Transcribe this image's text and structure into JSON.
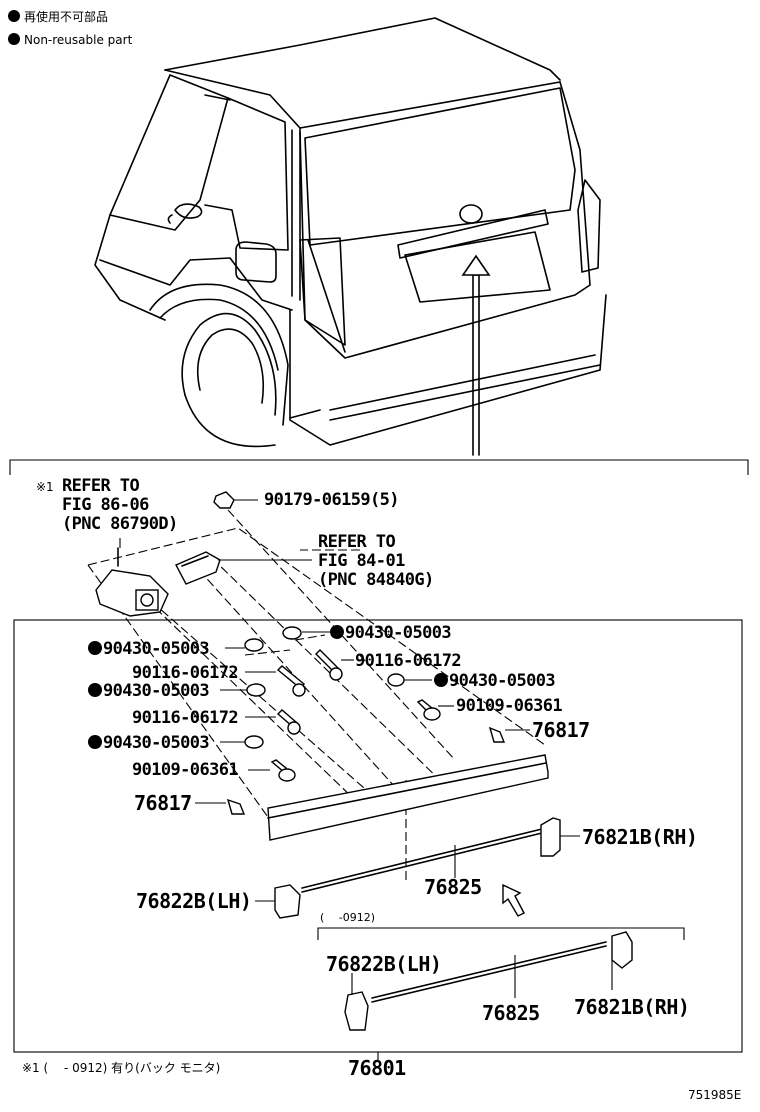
{
  "legend": {
    "jp": "再使用不可部品",
    "en": "Non-reusable part"
  },
  "references": {
    "camera": {
      "marker": "※1",
      "line1": "REFER TO",
      "line2": "FIG 86-06",
      "line3": "(PNC 86790D)"
    },
    "lamp": {
      "line1": "REFER TO",
      "line2": "FIG 84-01",
      "line3": "(PNC 84840G)"
    }
  },
  "parts": {
    "nut": "90179-06159(5)",
    "washer_top_right": "90430-05003",
    "washer_1": "90430-05003",
    "screw_1": "90116-06172",
    "screw_right": "90116-06172",
    "washer_right": "90430-05003",
    "washer_2": "90430-05003",
    "screw_2": "90116-06172",
    "clip_right": "90109-06361",
    "washer_3": "90430-05003",
    "clip_left": "90109-06361",
    "fastener_right": "76817",
    "fastener_left": "76817",
    "end_cap_rh": "76821B(RH)",
    "end_cap_lh": "76822B(LH)",
    "moulding": "76825",
    "alt_end_cap_lh": "76822B(LH)",
    "alt_moulding": "76825",
    "alt_end_cap_rh": "76821B(RH)",
    "assembly": "76801"
  },
  "alt_range": "(　 -0912)",
  "footnote": "※1 (　 - 0912) 有り(バック モニタ)",
  "figure_code": "751985E"
}
